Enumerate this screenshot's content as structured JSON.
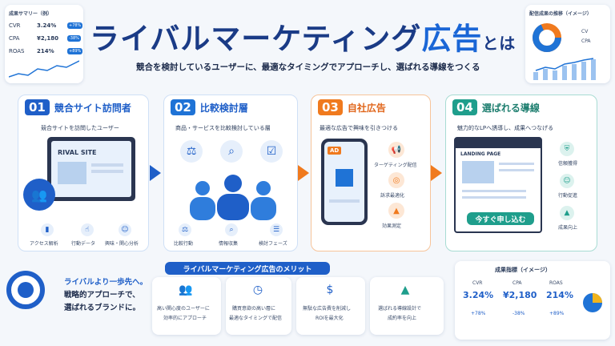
{
  "title": {
    "main": "ライバルマーケティング",
    "accent": "広告",
    "suffix": "とは"
  },
  "subtitle": "競合を検討しているユーザーに、最適なタイミングでアプローチし、選ばれる導線をつくる",
  "summary": {
    "title": "成果サマリー（例）",
    "rows": [
      {
        "k": "CVR",
        "v": "3.24%",
        "d": "+78%"
      },
      {
        "k": "CPA",
        "v": "¥2,180",
        "d": "-38%"
      },
      {
        "k": "ROAS",
        "v": "214%",
        "d": "+89%"
      }
    ]
  },
  "trend": {
    "title": "配信成果の推移（イメージ）",
    "legend": [
      "CV",
      "CPA"
    ]
  },
  "steps": [
    {
      "num": "01",
      "head": "競合サイト訪問者",
      "desc": "競合サイトを訪問したユーザー",
      "screen": "RIVAL SITE",
      "icons": [
        "アクセス解析",
        "行動データ",
        "興味・関心分析"
      ]
    },
    {
      "num": "02",
      "head": "比較検討層",
      "desc": "商品・サービスを比較検討している層",
      "icons": [
        "比較行動",
        "情報収集",
        "検討フェーズ"
      ]
    },
    {
      "num": "03",
      "head": "自社広告",
      "desc": "最適な広告で興味を引きつける",
      "ad": "AD",
      "icons": [
        "ターゲティング配信",
        "訴求最適化",
        "効果測定"
      ]
    },
    {
      "num": "04",
      "head": "選ばれる導線",
      "desc": "魅力的なLPへ誘導し、成果へつなげる",
      "screen": "LANDING PAGE",
      "cta": "今すぐ申し込む",
      "icons": [
        "信頼獲得",
        "行動促進",
        "成果向上"
      ]
    }
  ],
  "merit": {
    "title": "ライバルマーケティング広告のメリット",
    "lead1": "ライバルより一歩先へ。",
    "lead2": "戦略的アプローチで、",
    "lead3": "選ばれるブランドに。",
    "items": [
      [
        "高い関心度のユーザーに",
        "効率的にアプローチ"
      ],
      [
        "購買意欲の高い層に",
        "最適なタイミングで配信"
      ],
      [
        "無駄な広告費を削減し",
        "ROIを最大化"
      ],
      [
        "選ばれる導線設計で",
        "成約率を向上"
      ]
    ]
  },
  "kpi": {
    "title": "成果指標（イメージ）",
    "items": [
      {
        "k": "CVR",
        "v": "3.24%",
        "d": "+78%"
      },
      {
        "k": "CPA",
        "v": "¥2,180",
        "d": "-38%"
      },
      {
        "k": "ROAS",
        "v": "214%",
        "d": "+89%"
      }
    ]
  },
  "colors": {
    "s1": "#1f5fc8",
    "s2": "#1f73d6",
    "s3": "#f07a1e",
    "s4": "#1f9e8c"
  }
}
